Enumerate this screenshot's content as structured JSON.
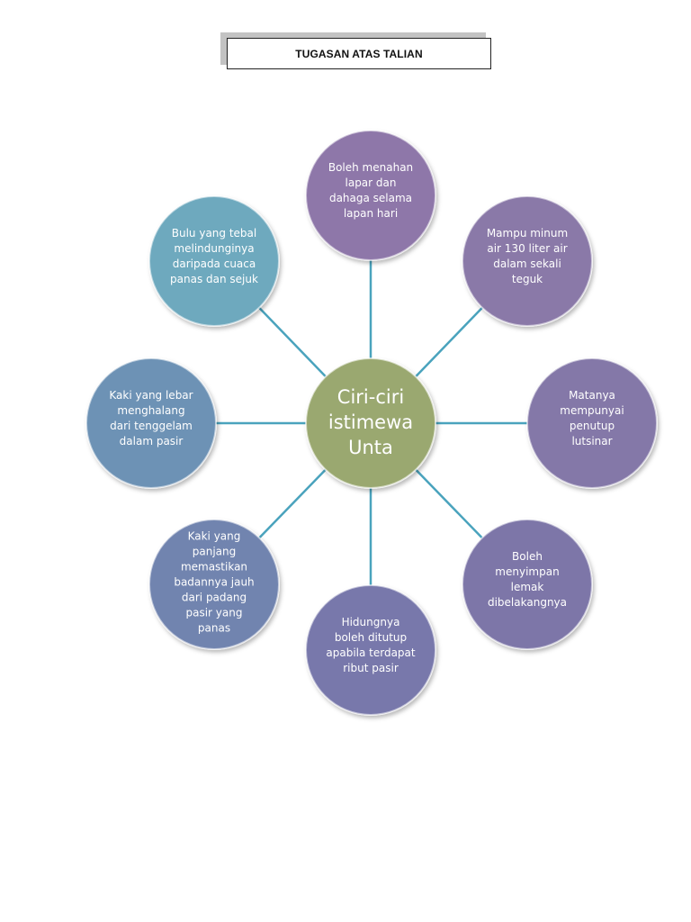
{
  "header": {
    "title": "TUGASAN ATAS TALIAN"
  },
  "diagram": {
    "center": {
      "lines": [
        "Ciri-ciri",
        "istimewa",
        "Unta"
      ],
      "color": "#9aa86f"
    },
    "connector_color": "#4aa3bd",
    "nodes": [
      {
        "id": "top",
        "lines": [
          "Boleh menahan",
          "lapar  dan",
          "dahaga selama",
          "lapan hari"
        ],
        "color": "#8e77a9"
      },
      {
        "id": "top-right",
        "lines": [
          "Mampu  minum",
          "air 130 liter air",
          "dalam sekali",
          "teguk"
        ],
        "color": "#8a79a8"
      },
      {
        "id": "right",
        "lines": [
          "Matanya",
          "mempunyai",
          "penutup",
          "lutsinar"
        ],
        "color": "#8478a8"
      },
      {
        "id": "bottom-right",
        "lines": [
          "Boleh",
          "menyimpan",
          "lemak",
          "dibelakangnya"
        ],
        "color": "#7d76a8"
      },
      {
        "id": "bottom",
        "lines": [
          "Hidungnya",
          "boleh ditutup",
          "apabila terdapat",
          "ribut pasir"
        ],
        "color": "#7878ab"
      },
      {
        "id": "bottom-left",
        "lines": [
          "Kaki yang",
          "panjang",
          "memastikan",
          "badannya jauh",
          "dari padang",
          "pasir yang",
          "panas"
        ],
        "color": "#7184af"
      },
      {
        "id": "left",
        "lines": [
          "Kaki yang lebar",
          "menghalang",
          "dari tenggelam",
          "dalam pasir"
        ],
        "color": "#6d92b5"
      },
      {
        "id": "top-left",
        "lines": [
          "Bulu yang tebal",
          "melindunginya",
          "daripada cuaca",
          "panas dan sejuk"
        ],
        "color": "#6ea9be"
      }
    ]
  }
}
